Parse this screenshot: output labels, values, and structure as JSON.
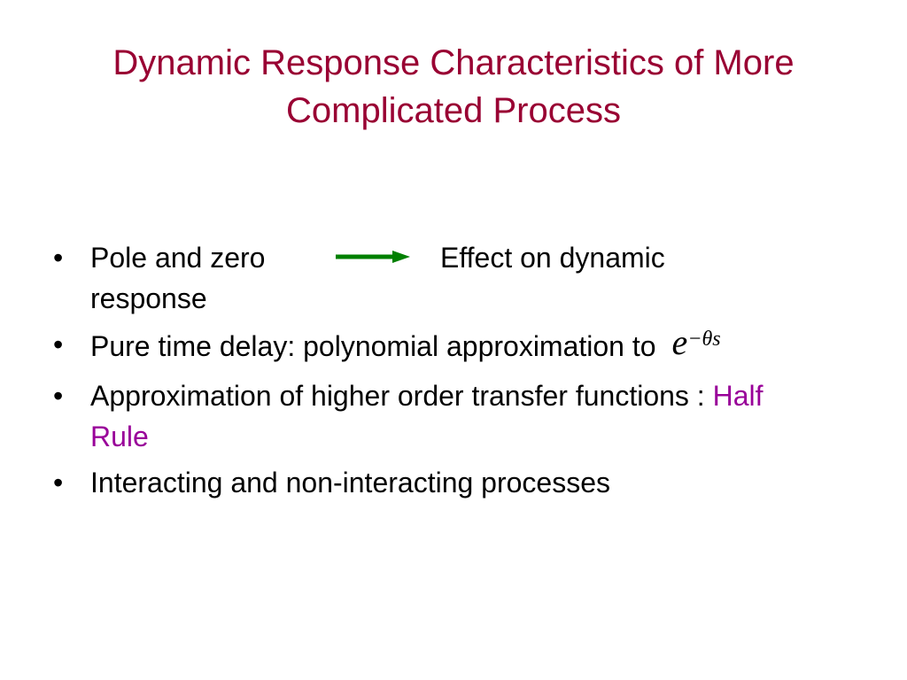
{
  "slide": {
    "title_line1": "Dynamic Response Characteristics of More",
    "title_line2": "Complicated Process",
    "bullet_symbol": "•",
    "bullets": [
      {
        "lead": "Pole and zero",
        "arrow_color": "#008000",
        "rest": "Effect on dynamic response"
      },
      {
        "text": "Pure time delay: polynomial approximation to",
        "formula_base": "e",
        "formula_exponent": "−θs"
      },
      {
        "text": "Approximation of higher order transfer functions : ",
        "highlight": "Half Rule",
        "highlight_color": "#990099"
      },
      {
        "text": "Interacting and non-interacting processes"
      }
    ],
    "colors": {
      "title": "#990033",
      "text": "#000000",
      "background": "#ffffff"
    }
  }
}
